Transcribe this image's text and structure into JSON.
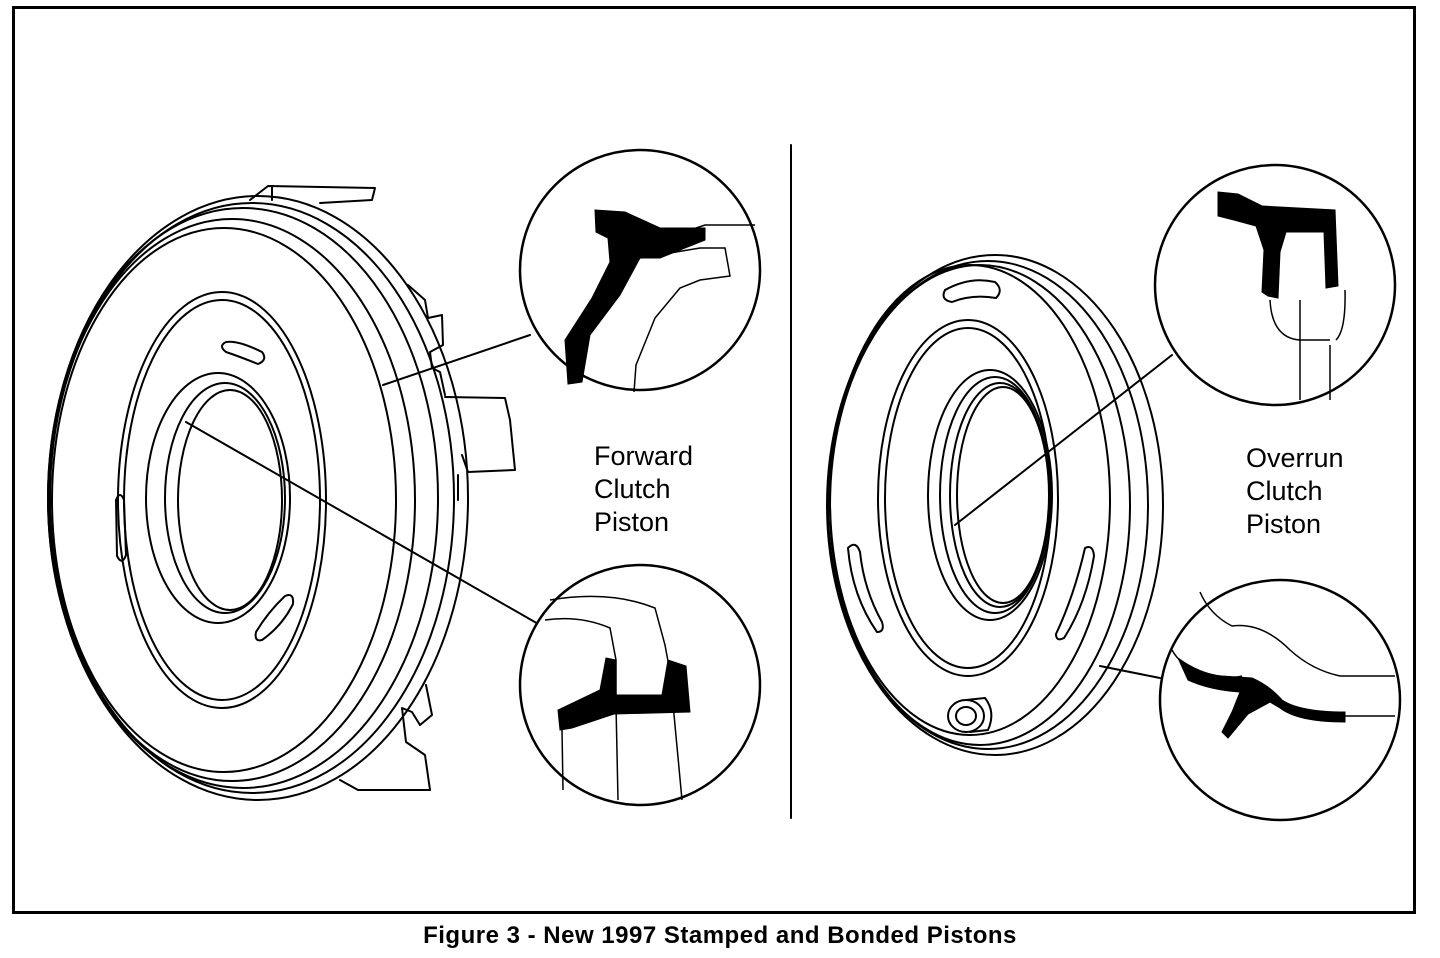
{
  "pistons": {
    "forward": {
      "label_lines": [
        "Forward",
        "Clutch",
        "Piston"
      ]
    },
    "overrun": {
      "label_lines": [
        "Overrun",
        "Clutch",
        "Piston"
      ]
    }
  },
  "caption": "Figure 3 - New 1997 Stamped and Bonded Pistons"
}
